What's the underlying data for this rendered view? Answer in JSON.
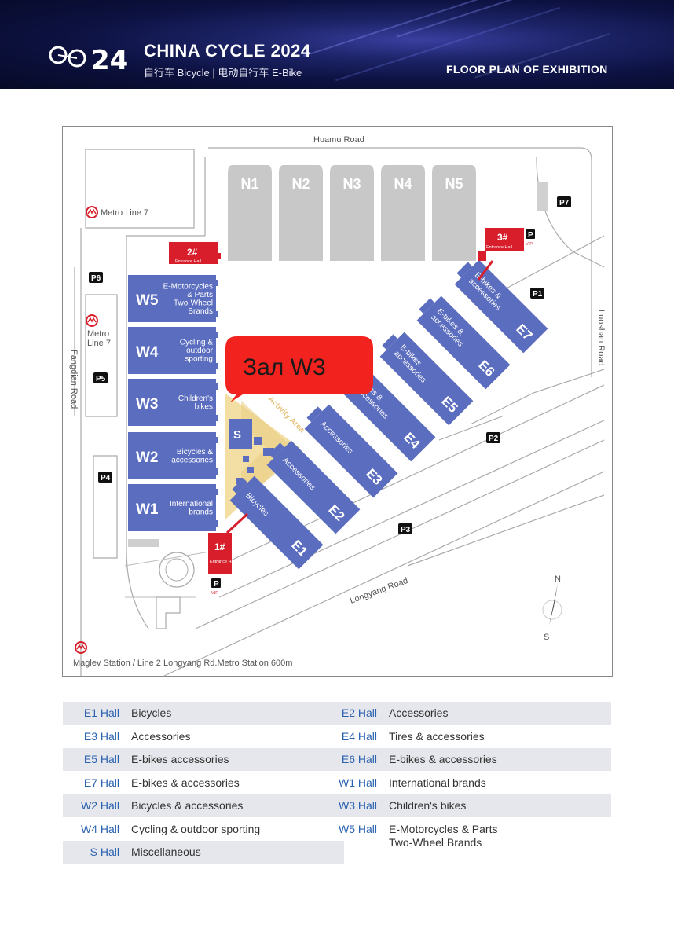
{
  "header": {
    "logo_text": "CHINA CYCLE 2024",
    "logo_mark": "24",
    "title": "CHINA CYCLE 2024",
    "subtitle": "自行车 Bicycle | 电动自行车 E-Bike",
    "floor_plan_title": "FLOOR PLAN OF EXHIBITION"
  },
  "map": {
    "roads": {
      "north": "Huamu Road",
      "east": "Luoshan Road",
      "west": "Fangdian Road",
      "south": "Longyang Road"
    },
    "north_halls": [
      "N1",
      "N2",
      "N3",
      "N4",
      "N5"
    ],
    "west_halls": [
      {
        "id": "W5",
        "label": "E-Motorcycles\n& Parts\nTwo-Wheel\nBrands"
      },
      {
        "id": "W4",
        "label": "Cycling &\noutdoor\nsporting"
      },
      {
        "id": "W3",
        "label": "Children's\nbikes"
      },
      {
        "id": "W2",
        "label": "Bicycles &\naccessories"
      },
      {
        "id": "W1",
        "label": "International\nbrands"
      }
    ],
    "east_halls": [
      {
        "id": "E1",
        "label": "Bicycles"
      },
      {
        "id": "E2",
        "label": "Accessories"
      },
      {
        "id": "E3",
        "label": "Accessories"
      },
      {
        "id": "E4",
        "label": "Tires &\naccessories"
      },
      {
        "id": "E5",
        "label": "E-bikes\naccessories"
      },
      {
        "id": "E6",
        "label": "E-bikes &\naccessories"
      },
      {
        "id": "E7",
        "label": "E-bikes &\naccessories"
      }
    ],
    "s_hall": {
      "id": "S",
      "area_label": "Activity Area"
    },
    "entrances": [
      {
        "id": "1#",
        "label": "Entrance Hall"
      },
      {
        "id": "2#",
        "label": "Entrance Hall"
      },
      {
        "id": "3#",
        "label": "Entrance Hall"
      }
    ],
    "parking": [
      "P1",
      "P2",
      "P3",
      "P4",
      "P5",
      "P6",
      "P7"
    ],
    "parking_vip": "VIP",
    "parking_glyph": "P",
    "metro": {
      "line7_top": "Metro Line 7",
      "line7_side": "Metro\nLine 7",
      "maglev": "Maglev Station / Line 2 Longyang Rd.Metro Station 600m"
    },
    "compass": {
      "north": "N",
      "south": "S"
    },
    "callout": "Зал W3",
    "colors": {
      "hall_blue": "#5b6dbf",
      "entrance_red": "#d81e2a",
      "north_gray": "#c8c8c8",
      "activity_yellow": "#f3dfa3",
      "callout_red": "#f2231f"
    }
  },
  "legend": [
    {
      "hall": "E1 Hall",
      "desc": "Bicycles"
    },
    {
      "hall": "E2 Hall",
      "desc": "Accessories"
    },
    {
      "hall": "E3 Hall",
      "desc": "Accessories"
    },
    {
      "hall": "E4 Hall",
      "desc": "Tires & accessories"
    },
    {
      "hall": "E5 Hall",
      "desc": "E-bikes accessories"
    },
    {
      "hall": "E6 Hall",
      "desc": "E-bikes & accessories"
    },
    {
      "hall": "E7 Hall",
      "desc": "E-bikes & accessories"
    },
    {
      "hall": "W1 Hall",
      "desc": "International brands"
    },
    {
      "hall": "W2 Hall",
      "desc": "Bicycles & accessories"
    },
    {
      "hall": "W3 Hall",
      "desc": "Children's bikes"
    },
    {
      "hall": "W4 Hall",
      "desc": "Cycling & outdoor sporting"
    },
    {
      "hall": "W5 Hall",
      "desc": "E-Motorcycles & Parts\nTwo-Wheel Brands"
    },
    {
      "hall": "S Hall",
      "desc": "Miscellaneous"
    }
  ]
}
